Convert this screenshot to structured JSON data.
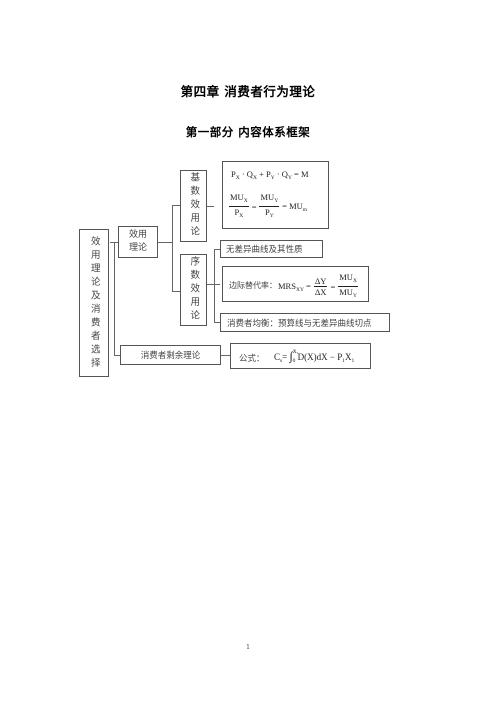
{
  "chapter_title": "第四章 消费者行为理论",
  "section_title": "第一部分 内容体系框架",
  "diagram": {
    "root": "效用理论及消费者选择",
    "utility_theory": "效用理论",
    "cardinal": "基数效用论",
    "ordinal": "序数效用论",
    "consumer_surplus": "消费者剩余理论",
    "indifference_curve": "无差异曲线及其性质",
    "mrs_label": "边际替代率：",
    "equilibrium": "消费者均衡：预算线与无差异曲线切点",
    "formula_label": "公式："
  },
  "page_number": "1"
}
